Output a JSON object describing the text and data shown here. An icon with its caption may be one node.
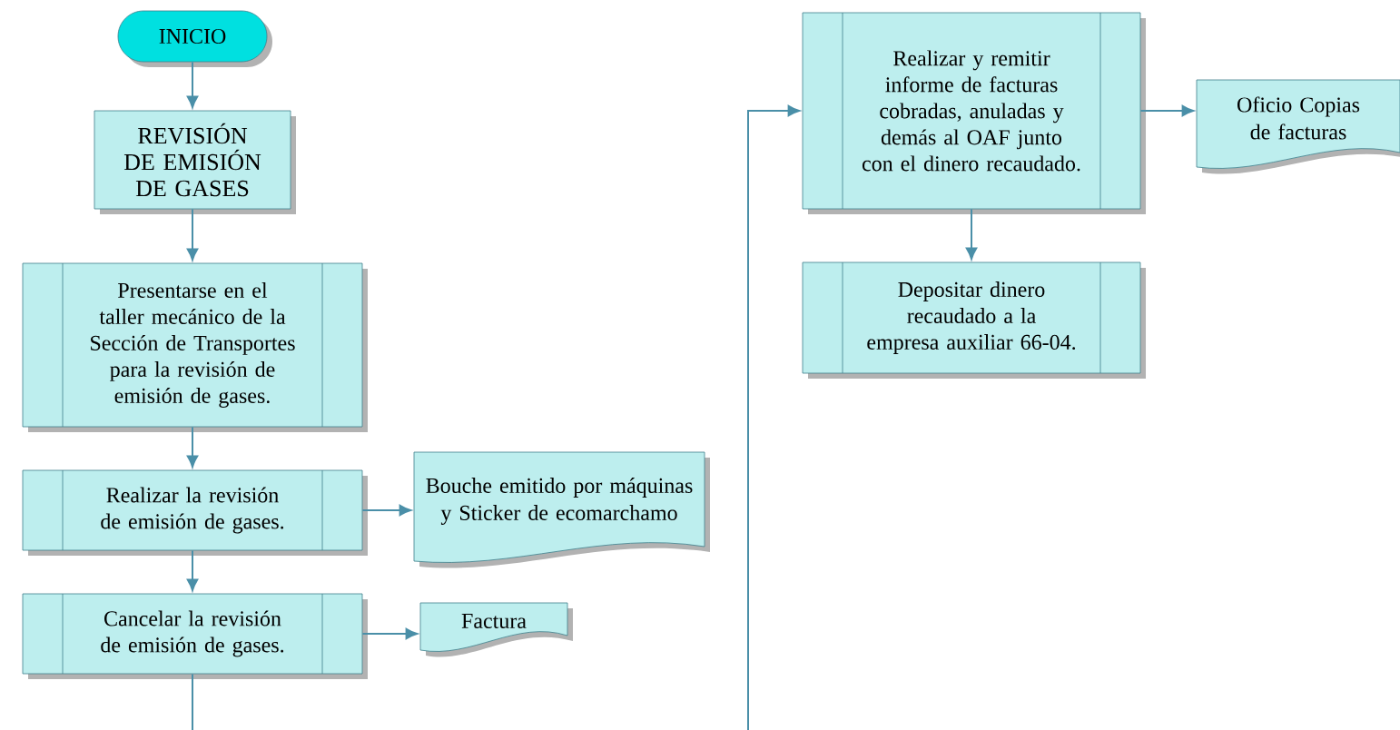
{
  "diagram": {
    "nodes": [
      {
        "text": [
          "INICIO"
        ]
      },
      {
        "text": [
          "REVISIÓN DE EMISIÓN DE GASES"
        ]
      },
      {
        "text": [
          "Presentarse en el taller mecánico de la Sección de Transportes para la revisión de emisión de gases."
        ]
      },
      {
        "text": [
          "Realizar la revisión de emisión de gases."
        ]
      },
      {
        "text": [
          "Bouche emitido por máquinas y Sticker de ecomarchamo"
        ]
      },
      {
        "text": [
          "Cancelar la revisión de emisión de gases."
        ]
      },
      {
        "text": [
          "Factura"
        ]
      },
      {
        "text": [
          "Realizar y remitir informe de facturas cobradas, anuladas y demás al OAF junto con el dinero recaudado."
        ]
      },
      {
        "text": [
          "Oficio Copias de facturas"
        ]
      },
      {
        "text": [
          "Depositar dinero recaudado a la empresa auxiliar 66-04."
        ]
      }
    ],
    "edges": [
      {
        "from": 0,
        "to": 1,
        "arrow": "to"
      },
      {
        "from": 1,
        "to": 2,
        "arrow": "to"
      },
      {
        "from": 2,
        "to": 3,
        "arrow": "to"
      },
      {
        "from": 3,
        "to": 4,
        "arrow": "to"
      },
      {
        "from": 3,
        "to": 5,
        "arrow": "to"
      },
      {
        "from": 5,
        "to": 6,
        "arrow": "to"
      },
      {
        "from": 5,
        "to": null,
        "arrow": "none"
      },
      {
        "from": null,
        "to": 7,
        "arrow": "to"
      },
      {
        "from": 7,
        "to": 8,
        "arrow": "to"
      },
      {
        "from": 7,
        "to": 9,
        "arrow": "to"
      }
    ]
  }
}
